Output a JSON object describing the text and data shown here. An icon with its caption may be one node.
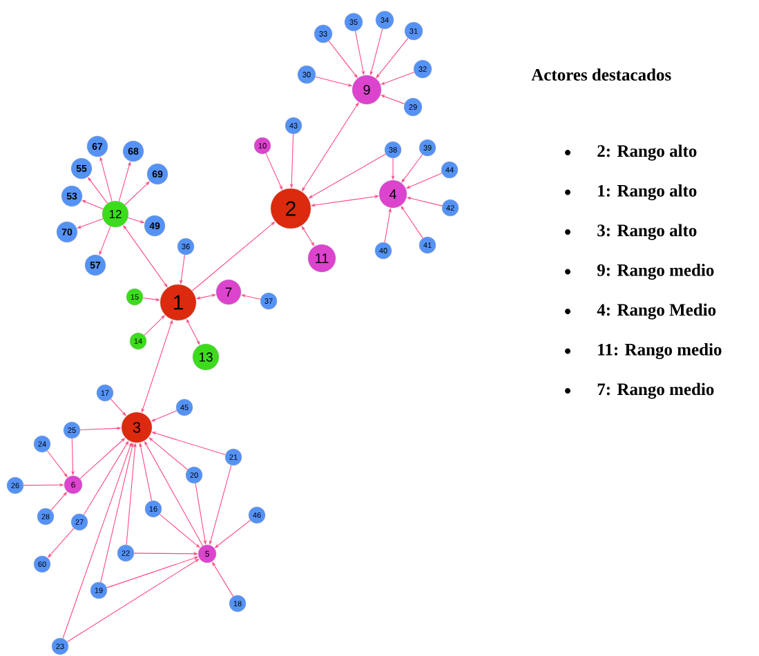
{
  "diagram": {
    "nodes": [
      {
        "text": [
          "9"
        ]
      },
      {
        "text": [
          "33"
        ]
      },
      {
        "text": [
          "35"
        ]
      },
      {
        "text": [
          "34"
        ]
      },
      {
        "text": [
          "31"
        ]
      },
      {
        "text": [
          "32"
        ]
      },
      {
        "text": [
          "30"
        ]
      },
      {
        "text": [
          "29"
        ]
      },
      {
        "text": [
          "10"
        ]
      },
      {
        "text": [
          "43"
        ]
      },
      {
        "text": [
          "38"
        ]
      },
      {
        "text": [
          "39"
        ]
      },
      {
        "text": [
          "2"
        ]
      },
      {
        "text": [
          "4"
        ]
      },
      {
        "text": [
          "44"
        ]
      },
      {
        "text": [
          "42"
        ]
      },
      {
        "text": [
          "41"
        ]
      },
      {
        "text": [
          "40"
        ]
      },
      {
        "text": [
          "11"
        ]
      },
      {
        "text": [
          "67"
        ]
      },
      {
        "text": [
          "68"
        ]
      },
      {
        "text": [
          "55"
        ]
      },
      {
        "text": [
          "69"
        ]
      },
      {
        "text": [
          "53"
        ]
      },
      {
        "text": [
          "12"
        ]
      },
      {
        "text": [
          "70"
        ]
      },
      {
        "text": [
          "49"
        ]
      },
      {
        "text": [
          "36"
        ]
      },
      {
        "text": [
          "57"
        ]
      },
      {
        "text": [
          "15"
        ]
      },
      {
        "text": [
          "1"
        ]
      },
      {
        "text": [
          "7"
        ]
      },
      {
        "text": [
          "37"
        ]
      },
      {
        "text": [
          "14"
        ]
      },
      {
        "text": [
          "13"
        ]
      },
      {
        "text": [
          "17"
        ]
      },
      {
        "text": [
          "45"
        ]
      },
      {
        "text": [
          "3"
        ]
      },
      {
        "text": [
          "25"
        ]
      },
      {
        "text": [
          "24"
        ]
      },
      {
        "text": [
          "6"
        ]
      },
      {
        "text": [
          "26"
        ]
      },
      {
        "text": [
          "28"
        ]
      },
      {
        "text": [
          "27"
        ]
      },
      {
        "text": [
          "16"
        ]
      },
      {
        "text": [
          "20"
        ]
      },
      {
        "text": [
          "21"
        ]
      },
      {
        "text": [
          "46"
        ]
      },
      {
        "text": [
          "60"
        ]
      },
      {
        "text": [
          "5"
        ]
      },
      {
        "text": [
          "22"
        ]
      },
      {
        "text": [
          "19"
        ]
      },
      {
        "text": [
          "18"
        ]
      },
      {
        "text": [
          "23"
        ]
      }
    ],
    "edges": [
      {
        "from": 1,
        "to": 0,
        "arrow": "to"
      },
      {
        "from": 2,
        "to": 0,
        "arrow": "to"
      },
      {
        "from": 3,
        "to": 0,
        "arrow": "to"
      },
      {
        "from": 4,
        "to": 0,
        "arrow": "to"
      },
      {
        "from": 5,
        "to": 0,
        "arrow": "to"
      },
      {
        "from": 6,
        "to": 0,
        "arrow": "to"
      },
      {
        "from": 7,
        "to": 0,
        "arrow": "to"
      },
      {
        "from": 12,
        "to": 0,
        "arrow": "both"
      },
      {
        "from": 8,
        "to": 12,
        "arrow": "to"
      },
      {
        "from": 9,
        "to": 12,
        "arrow": "to"
      },
      {
        "from": 10,
        "to": 12,
        "arrow": "to"
      },
      {
        "from": 10,
        "to": 13,
        "arrow": "to"
      },
      {
        "from": 11,
        "to": 13,
        "arrow": "to"
      },
      {
        "from": 14,
        "to": 13,
        "arrow": "to"
      },
      {
        "from": 15,
        "to": 13,
        "arrow": "to"
      },
      {
        "from": 16,
        "to": 13,
        "arrow": "to"
      },
      {
        "from": 17,
        "to": 13,
        "arrow": "to"
      },
      {
        "from": 12,
        "to": 13,
        "arrow": "both"
      },
      {
        "from": 12,
        "to": 18,
        "arrow": "both"
      },
      {
        "from": 30,
        "to": 12,
        "arrow": "to"
      },
      {
        "from": 24,
        "to": 19,
        "arrow": "to"
      },
      {
        "from": 24,
        "to": 20,
        "arrow": "to"
      },
      {
        "from": 24,
        "to": 21,
        "arrow": "to"
      },
      {
        "from": 24,
        "to": 22,
        "arrow": "to"
      },
      {
        "from": 24,
        "to": 23,
        "arrow": "to"
      },
      {
        "from": 24,
        "to": 25,
        "arrow": "to"
      },
      {
        "from": 24,
        "to": 26,
        "arrow": "to"
      },
      {
        "from": 24,
        "to": 28,
        "arrow": "to"
      },
      {
        "from": 24,
        "to": 30,
        "arrow": "both"
      },
      {
        "from": 27,
        "to": 30,
        "arrow": "to"
      },
      {
        "from": 29,
        "to": 30,
        "arrow": "to"
      },
      {
        "from": 33,
        "to": 30,
        "arrow": "to"
      },
      {
        "from": 30,
        "to": 31,
        "arrow": "both"
      },
      {
        "from": 32,
        "to": 31,
        "arrow": "to"
      },
      {
        "from": 30,
        "to": 34,
        "arrow": "both"
      },
      {
        "from": 30,
        "to": 37,
        "arrow": "both"
      },
      {
        "from": 35,
        "to": 37,
        "arrow": "to"
      },
      {
        "from": 36,
        "to": 37,
        "arrow": "to"
      },
      {
        "from": 38,
        "to": 37,
        "arrow": "to"
      },
      {
        "from": 38,
        "to": 40,
        "arrow": "to"
      },
      {
        "from": 39,
        "to": 40,
        "arrow": "to"
      },
      {
        "from": 41,
        "to": 40,
        "arrow": "to"
      },
      {
        "from": 42,
        "to": 40,
        "arrow": "to"
      },
      {
        "from": 40,
        "to": 37,
        "arrow": "to"
      },
      {
        "from": 43,
        "to": 37,
        "arrow": "to"
      },
      {
        "from": 43,
        "to": 48,
        "arrow": "to"
      },
      {
        "from": 51,
        "to": 37,
        "arrow": "to"
      },
      {
        "from": 53,
        "to": 37,
        "arrow": "to"
      },
      {
        "from": 50,
        "to": 37,
        "arrow": "to"
      },
      {
        "from": 44,
        "to": 37,
        "arrow": "to"
      },
      {
        "from": 49,
        "to": 37,
        "arrow": "to"
      },
      {
        "from": 45,
        "to": 37,
        "arrow": "to"
      },
      {
        "from": 46,
        "to": 37,
        "arrow": "to"
      },
      {
        "from": 45,
        "to": 49,
        "arrow": "to"
      },
      {
        "from": 46,
        "to": 49,
        "arrow": "to"
      },
      {
        "from": 44,
        "to": 49,
        "arrow": "to"
      },
      {
        "from": 47,
        "to": 49,
        "arrow": "to"
      },
      {
        "from": 50,
        "to": 49,
        "arrow": "to"
      },
      {
        "from": 51,
        "to": 49,
        "arrow": "to"
      },
      {
        "from": 53,
        "to": 49,
        "arrow": "to"
      },
      {
        "from": 52,
        "to": 49,
        "arrow": "to"
      }
    ],
    "labels": [
      "Actores destacados",
      "2: Rango alto",
      "1: Rango alto",
      "3: Rango alto",
      "9: Rango medio",
      "4: Rango Medio",
      "11: Rango medio",
      "7: Rango medio"
    ]
  }
}
